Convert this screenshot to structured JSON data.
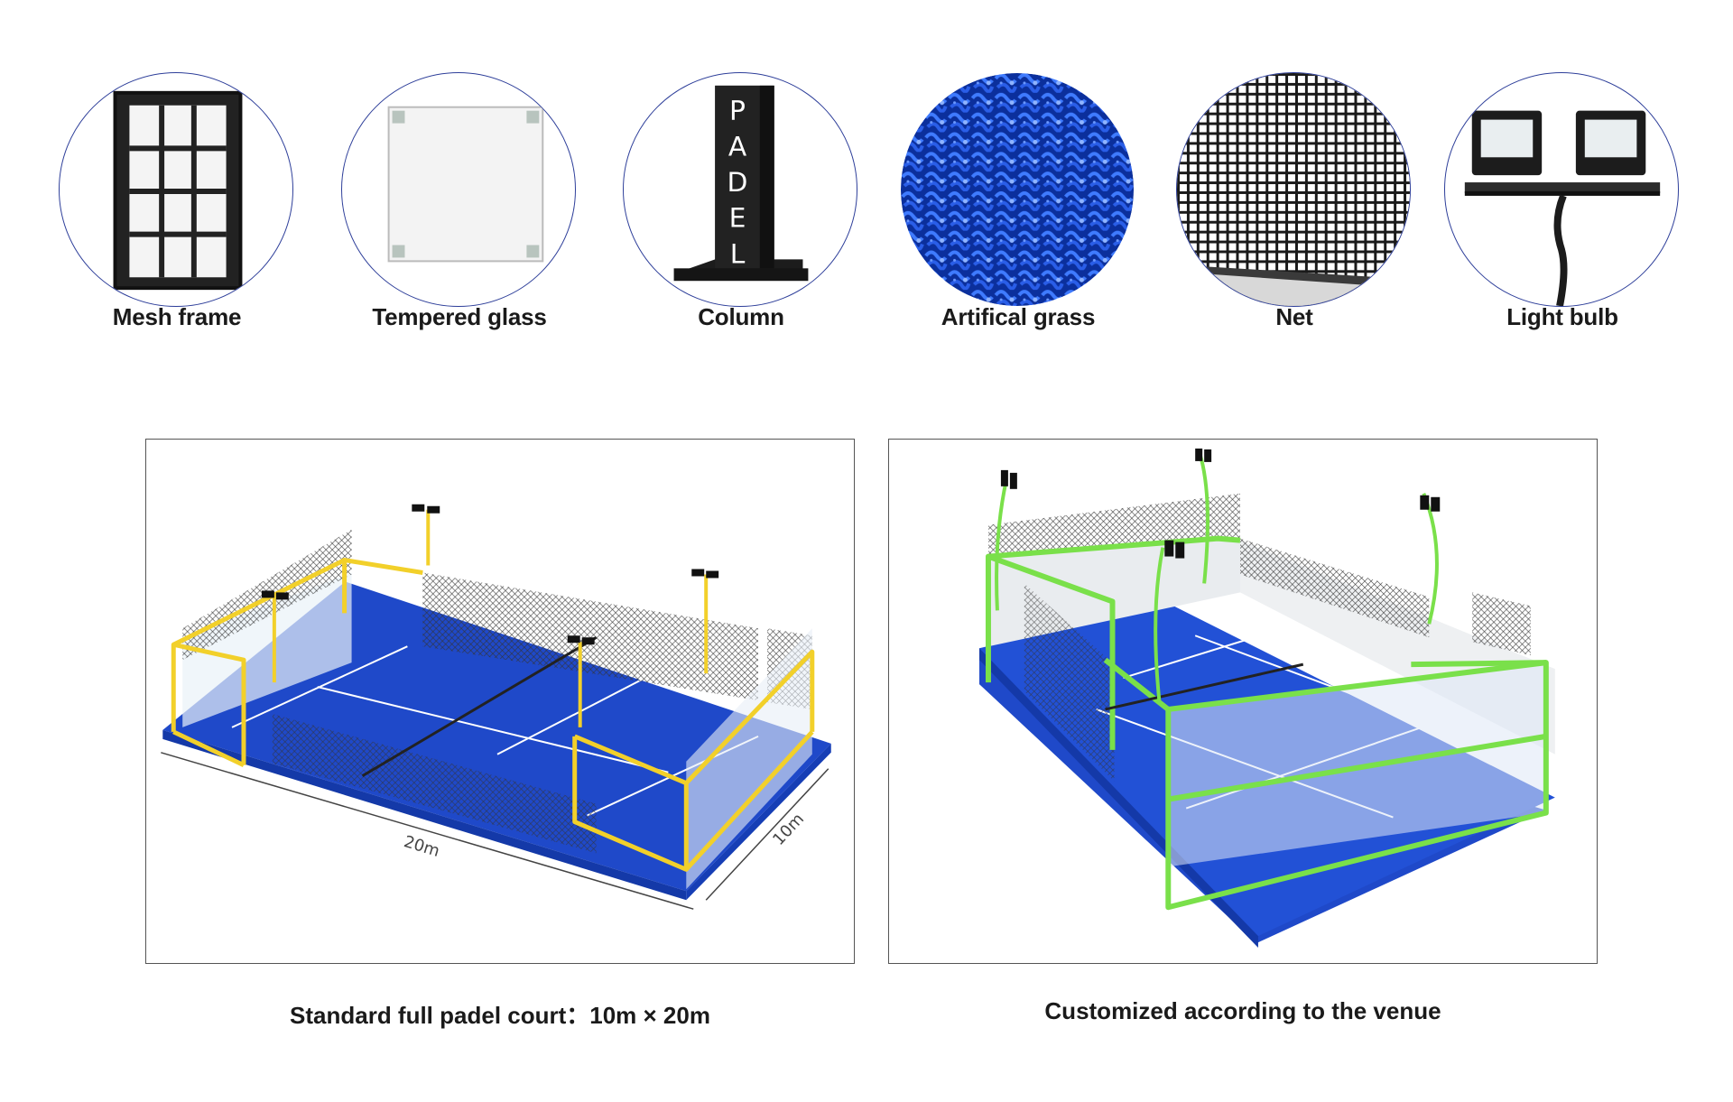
{
  "parts": [
    {
      "label": "Mesh frame",
      "icon": "mesh-frame-icon"
    },
    {
      "label": "Tempered glass",
      "icon": "tempered-glass-icon"
    },
    {
      "label": "Column",
      "icon": "column-icon",
      "column_text": [
        "P",
        "A",
        "D",
        "E",
        "L"
      ]
    },
    {
      "label": "Artifical grass",
      "icon": "artificial-grass-icon"
    },
    {
      "label": "Net",
      "icon": "net-icon"
    },
    {
      "label": "Light bulb",
      "icon": "light-bulb-icon"
    }
  ],
  "standard_court": {
    "caption": "Standard full padel court：10m × 20m",
    "length_label": "20m",
    "width_label": "10m"
  },
  "custom_court": {
    "caption": "Customized according to the venue"
  },
  "colors": {
    "court_blue": "#1f49c9",
    "frame_yellow": "#f2d02a",
    "frame_green": "#7ae04a",
    "circle_border": "#2e3f9a"
  }
}
